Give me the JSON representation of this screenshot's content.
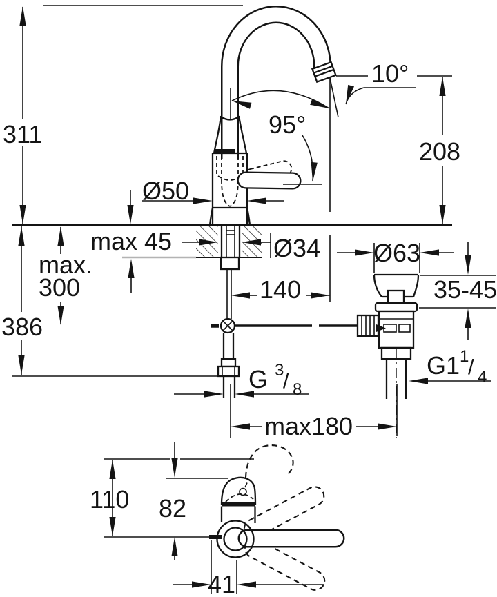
{
  "drawing": {
    "type": "technical-dimension-drawing",
    "subject": "single-lever basin faucet with high swivel spout and pop-up drain",
    "views": [
      "front-elevation",
      "top-plan"
    ],
    "colors": {
      "line": "#141414",
      "hidden_underside": "#b3b3b3",
      "background": "#ffffff"
    }
  },
  "labels": {
    "height_311": "311",
    "angle_95": "95°",
    "angle_10": "10°",
    "spout_height_208": "208",
    "body_dia": "Ø50",
    "deck_max_45": "max 45",
    "hole_dia": "Ø34",
    "max_word": "max.",
    "max_300": "300",
    "depth_386": "386",
    "reach_140": "140",
    "flange_dia": "Ø63",
    "deck_range_35_45": "35-45",
    "hose_reach": "max180",
    "drain_thread": {
      "main": "G1",
      "sup": "1",
      "slash": "/",
      "sub": "4"
    },
    "supply_thread": {
      "main": "G",
      "sup": "3",
      "slash": "/",
      "sub": "8"
    },
    "top_depth_110": "110",
    "top_body_82": "82",
    "top_offset_41": "41"
  }
}
